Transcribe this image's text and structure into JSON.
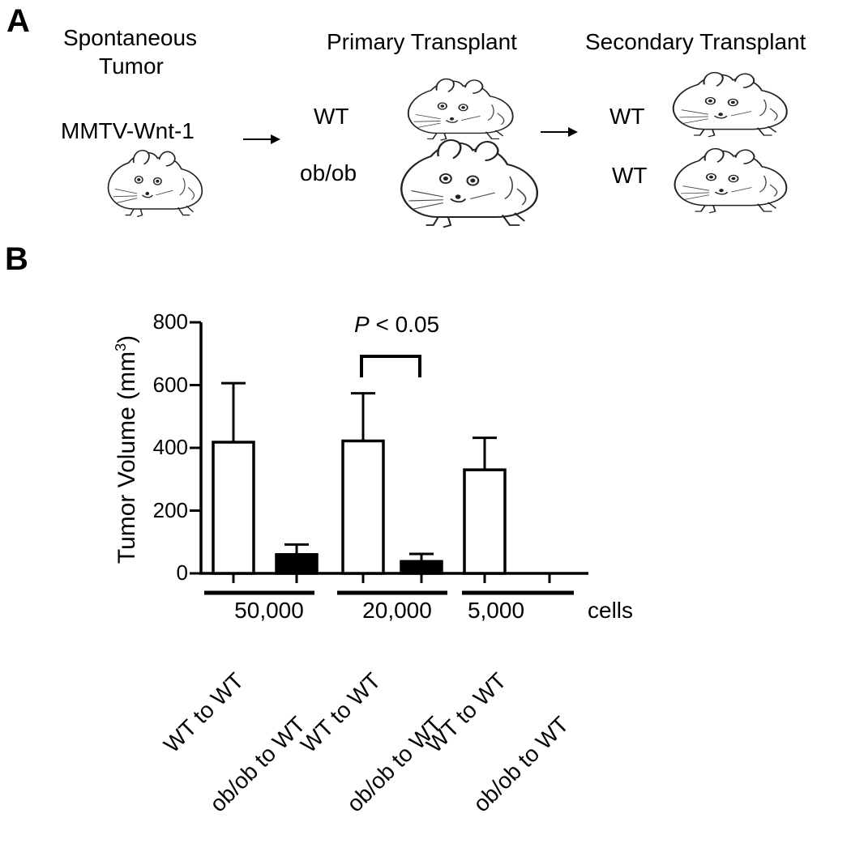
{
  "panel_a": {
    "label": "A",
    "spontaneous_line1": "Spontaneous",
    "spontaneous_line2": "Tumor",
    "donor_strain": "MMTV-Wnt-1",
    "primary_title": "Primary Transplant",
    "primary_wt": "WT",
    "primary_obob": "ob/ob",
    "secondary_title": "Secondary Transplant",
    "secondary_wt_1": "WT",
    "secondary_wt_2": "WT"
  },
  "panel_b": {
    "label": "B"
  },
  "chart_data": {
    "type": "bar",
    "title": "",
    "ylabel": "Tumor Volume (mm",
    "ylabel_sup": "3",
    "ylabel_close": ")",
    "ylim": [
      0,
      800
    ],
    "yticks": [
      0,
      200,
      400,
      600,
      800
    ],
    "grid": false,
    "group_unit_label": "cells",
    "groups": [
      "50,000",
      "20,000",
      "5,000"
    ],
    "categories": [
      "WT to WT",
      "ob/ob to WT",
      "WT to WT",
      "ob/ob to WT",
      "WT to WT",
      "ob/ob to WT"
    ],
    "values": [
      418,
      60,
      422,
      38,
      330,
      0
    ],
    "errors": [
      188,
      32,
      152,
      24,
      102,
      0
    ],
    "fills": [
      "#ffffff",
      "#000000",
      "#ffffff",
      "#000000",
      "#ffffff",
      "#000000"
    ],
    "significance": {
      "text_p": "P",
      "text_rest": " < 0.05",
      "between": [
        2,
        3
      ]
    }
  }
}
